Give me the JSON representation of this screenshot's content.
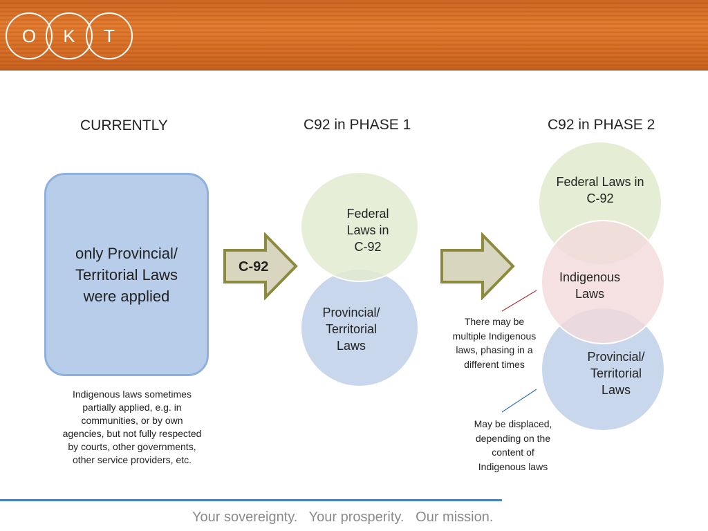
{
  "logo": {
    "letters": [
      "O",
      "K",
      "T"
    ]
  },
  "columns": {
    "currently": "CURRENTLY",
    "phase1": "C92 in PHASE 1",
    "phase2": "C92 in PHASE 2"
  },
  "current_box": {
    "line1": "only Provincial/",
    "line2": "Territorial Laws",
    "line3": "were applied"
  },
  "arrow1_label": "C-92",
  "phase1": {
    "federal": {
      "line1": "Federal",
      "line2": "Laws in",
      "line3": "C-92"
    },
    "provincial": {
      "line1": "Provincial/",
      "line2": "Territorial",
      "line3": "Laws"
    }
  },
  "phase2": {
    "federal": {
      "line1": "Federal Laws in",
      "line2": "C-92"
    },
    "indigenous": {
      "line1": "Indigenous",
      "line2": "Laws"
    },
    "provincial": {
      "line1": "Provincial/",
      "line2": "Territorial",
      "line3": "Laws"
    }
  },
  "notes": {
    "indigenous_partial": {
      "l1": "Indigenous laws sometimes",
      "l2": "partially applied, e.g. in",
      "l3": "communities, or by own",
      "l4": "agencies, but not fully respected",
      "l5": "by courts, other governments,",
      "l6": "other service providers, etc."
    },
    "multiple_indigenous": {
      "l1": "There may be",
      "l2": "multiple Indigenous",
      "l3": "laws, phasing in a",
      "l4": "different times"
    },
    "displaced": {
      "l1": "May be displaced,",
      "l2": "depending on the",
      "l3": "content of",
      "l4": "Indigenous laws"
    }
  },
  "footer": "Your sovereignty.   Your prosperity.   Our mission.",
  "colors": {
    "banner": "#d96f26",
    "box_blue": "#b7cde9",
    "circle_green": "#e3ebd0",
    "circle_blue": "#c9d7ec",
    "circle_pink": "#f2d9db",
    "arrow_fill": "#d9d6c0",
    "arrow_stroke": "#8c8a3e",
    "rule": "#4a7fbf"
  }
}
